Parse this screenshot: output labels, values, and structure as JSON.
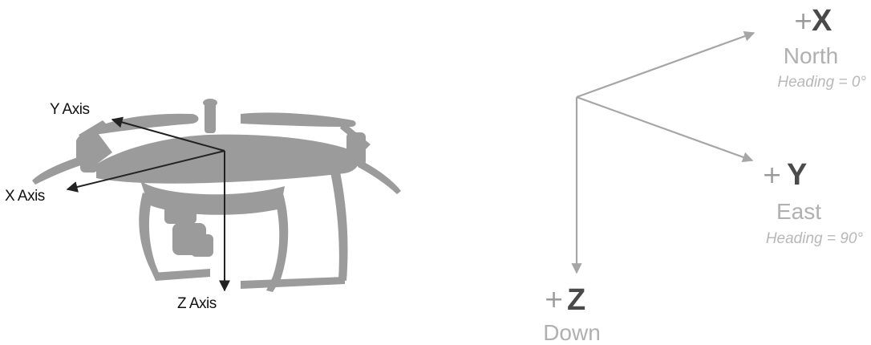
{
  "drone_figure": {
    "y_axis_label": "Y Axis",
    "x_axis_label": "X Axis",
    "z_axis_label": "Z Axis"
  },
  "ned_frame": {
    "x": {
      "sign": "+",
      "letter": "X",
      "direction": "North",
      "heading": "Heading = 0°"
    },
    "y": {
      "sign": "+",
      "letter": "Y",
      "direction": "East",
      "heading": "Heading = 90°"
    },
    "z": {
      "sign": "+",
      "letter": "Z",
      "direction": "Down"
    }
  },
  "colors": {
    "drone_silhouette": "#9b9b9b",
    "drone_axes": "#222222",
    "ned_arrows": "#a6a6a6",
    "axis_letter": "#4a4a4a",
    "muted_text": "#b0b0b0"
  }
}
